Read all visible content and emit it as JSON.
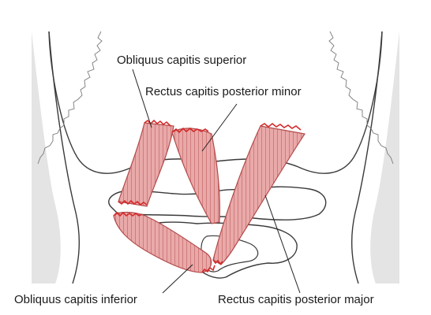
{
  "labels": {
    "obliquus_superior": "Obliquus capitis superior",
    "rectus_minor": "Rectus capitis posterior minor",
    "obliquus_inferior": "Obliquus capitis inferior",
    "rectus_major": "Rectus capitis posterior major"
  },
  "colors": {
    "muscle_fill": "#e8a6a6",
    "muscle_stripe": "#cd7272",
    "muscle_edge": "#b34a4a",
    "tendon_edge": "#d42a2a",
    "skull_fill": "#ffffff",
    "outline": "#3a3a3a",
    "shadow": "#d6d6d6"
  }
}
